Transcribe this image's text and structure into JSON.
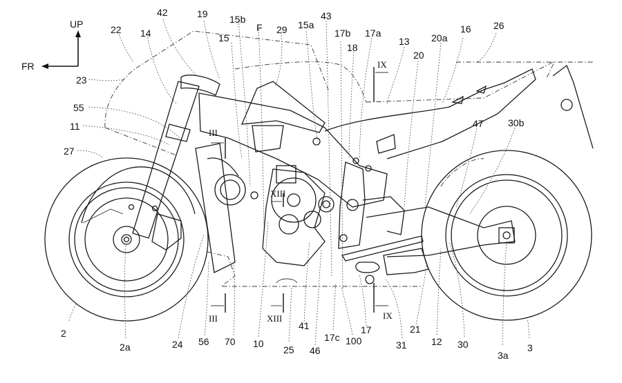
{
  "figure": {
    "type": "patent-drawing",
    "subject": "motorcycle side view",
    "orientation": {
      "up_label": "UP",
      "front_label": "FR"
    },
    "section_marks": [
      {
        "id": "sec-III",
        "label": "III"
      },
      {
        "id": "sec-XIII",
        "label": "XIII"
      },
      {
        "id": "sec-IX",
        "label": "IX"
      }
    ],
    "reference_labels": [
      {
        "id": "ref-42",
        "text": "42"
      },
      {
        "id": "ref-19",
        "text": "19"
      },
      {
        "id": "ref-15b",
        "text": "15b"
      },
      {
        "id": "ref-F",
        "text": "F"
      },
      {
        "id": "ref-29",
        "text": "29"
      },
      {
        "id": "ref-15a",
        "text": "15a"
      },
      {
        "id": "ref-43",
        "text": "43"
      },
      {
        "id": "ref-17b",
        "text": "17b"
      },
      {
        "id": "ref-17a",
        "text": "17a"
      },
      {
        "id": "ref-13",
        "text": "13"
      },
      {
        "id": "ref-20a",
        "text": "20a"
      },
      {
        "id": "ref-16",
        "text": "16"
      },
      {
        "id": "ref-26",
        "text": "26"
      },
      {
        "id": "ref-22",
        "text": "22"
      },
      {
        "id": "ref-14",
        "text": "14"
      },
      {
        "id": "ref-15",
        "text": "15"
      },
      {
        "id": "ref-18",
        "text": "18"
      },
      {
        "id": "ref-20",
        "text": "20"
      },
      {
        "id": "ref-23",
        "text": "23"
      },
      {
        "id": "ref-55",
        "text": "55"
      },
      {
        "id": "ref-11",
        "text": "11"
      },
      {
        "id": "ref-27",
        "text": "27"
      },
      {
        "id": "ref-47",
        "text": "47"
      },
      {
        "id": "ref-30b",
        "text": "30b"
      },
      {
        "id": "ref-2",
        "text": "2"
      },
      {
        "id": "ref-2a",
        "text": "2a"
      },
      {
        "id": "ref-24",
        "text": "24"
      },
      {
        "id": "ref-56",
        "text": "56"
      },
      {
        "id": "ref-70",
        "text": "70"
      },
      {
        "id": "ref-10",
        "text": "10"
      },
      {
        "id": "ref-25",
        "text": "25"
      },
      {
        "id": "ref-41",
        "text": "41"
      },
      {
        "id": "ref-46",
        "text": "46"
      },
      {
        "id": "ref-17c",
        "text": "17c"
      },
      {
        "id": "ref-100",
        "text": "100"
      },
      {
        "id": "ref-17",
        "text": "17"
      },
      {
        "id": "ref-31",
        "text": "31"
      },
      {
        "id": "ref-21",
        "text": "21"
      },
      {
        "id": "ref-12",
        "text": "12"
      },
      {
        "id": "ref-30",
        "text": "30"
      },
      {
        "id": "ref-3a",
        "text": "3a"
      },
      {
        "id": "ref-3",
        "text": "3"
      }
    ]
  }
}
